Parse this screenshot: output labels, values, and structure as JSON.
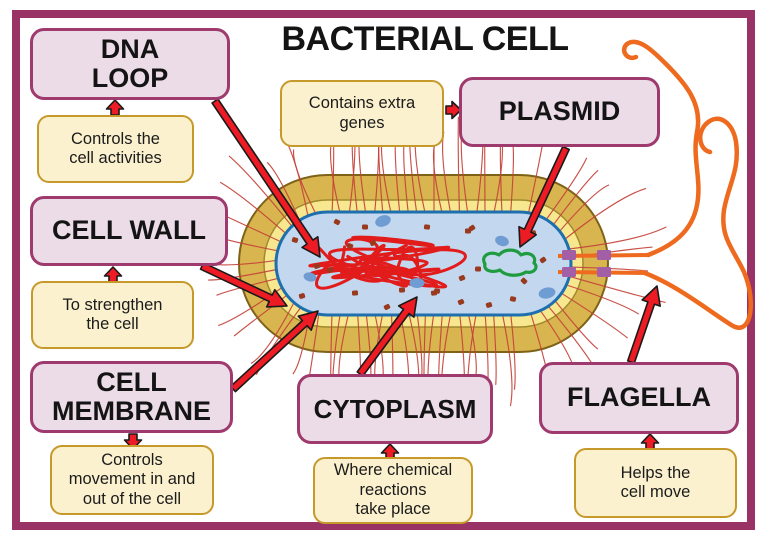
{
  "title": "BACTERIAL CELL",
  "colors": {
    "frame": "#993366",
    "term_fill": "#ebdce8",
    "term_border": "#9e3a6e",
    "desc_fill": "#fbf1ce",
    "desc_border": "#c6992b",
    "arrow_fill": "#ec1b24",
    "arrow_outline": "#1a1a1a",
    "capsule_fill": "#d8b54e",
    "capsule_outline": "#7e6218",
    "cell_wall_band": "#f7e88f",
    "cell_wall_outline": "#a08a2e",
    "membrane_stroke": "#1d6fae",
    "cytoplasm_fill": "#c3d7ee",
    "pili": "#c4423a",
    "dna": "#e21b1b",
    "plasmid_loop": "#1e9c3f",
    "ribosome": "#993a1f",
    "granule": "#6f9cd2",
    "flagella": "#ee6a1f",
    "connector": "#a35fa5"
  },
  "terms": {
    "dna_loop": "DNA\nLOOP",
    "cell_wall": "CELL WALL",
    "cell_membrane": "CELL\nMEMBRANE",
    "plasmid": "PLASMID",
    "cytoplasm": "CYTOPLASM",
    "flagella": "FLAGELLA"
  },
  "descriptions": {
    "dna_loop": "Controls the\ncell activities",
    "cell_wall": "To strengthen\nthe cell",
    "cell_membrane": "Controls\nmovement in and\nout of the cell",
    "plasmid": "Contains extra\ngenes",
    "cytoplasm": "Where chemical\nreactions\ntake place",
    "flagella": "Helps the\ncell move"
  }
}
